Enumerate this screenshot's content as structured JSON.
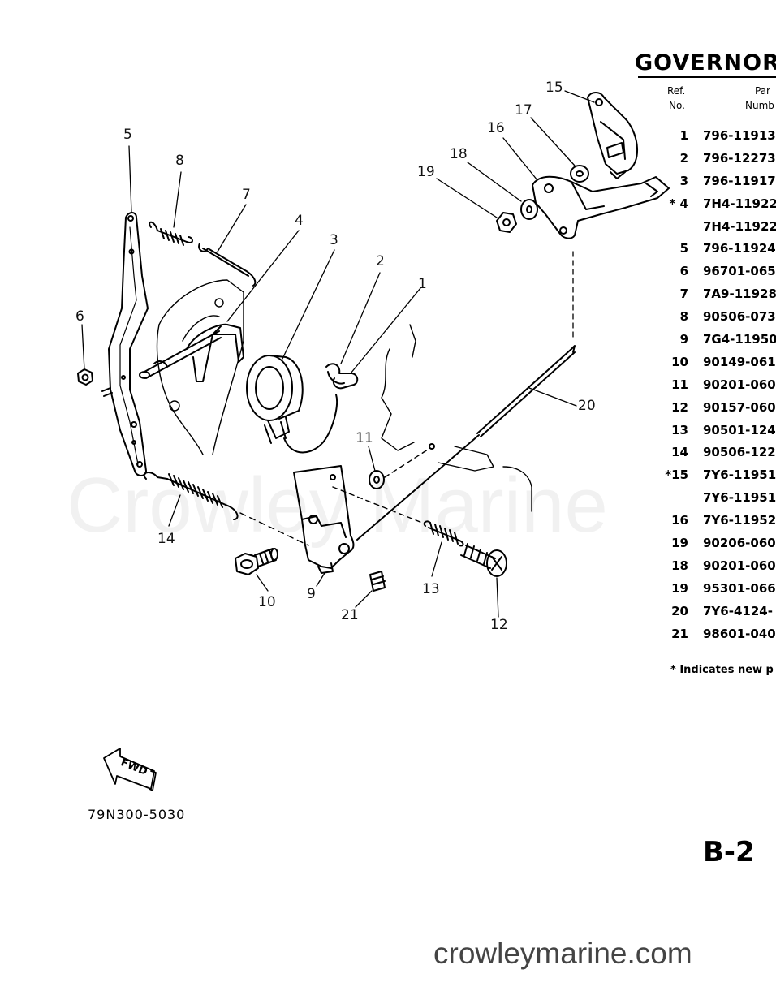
{
  "title": "GOVERNOR",
  "table_header": {
    "ref_line1": "Ref.",
    "ref_line2": "No.",
    "part_line1": "Par",
    "part_line2": "Numb"
  },
  "parts": [
    {
      "ref": "1",
      "part_no": "796-11913-"
    },
    {
      "ref": "2",
      "part_no": "796-12273"
    },
    {
      "ref": "3",
      "part_no": "796-11917"
    },
    {
      "ref": "* 4",
      "part_no": "7H4-11922"
    },
    {
      "ref": "",
      "part_no": "7H4-11922"
    },
    {
      "ref": "5",
      "part_no": "796-11924"
    },
    {
      "ref": "6",
      "part_no": "96701-065"
    },
    {
      "ref": "7",
      "part_no": "7A9-11928"
    },
    {
      "ref": "8",
      "part_no": "90506-073"
    },
    {
      "ref": "9",
      "part_no": "7G4-11950"
    },
    {
      "ref": "10",
      "part_no": "90149-061"
    },
    {
      "ref": "11",
      "part_no": "90201-060"
    },
    {
      "ref": "12",
      "part_no": "90157-060"
    },
    {
      "ref": "13",
      "part_no": "90501-124"
    },
    {
      "ref": "14",
      "part_no": "90506-122"
    },
    {
      "ref": "*15",
      "part_no": "7Y6-11951"
    },
    {
      "ref": "",
      "part_no": "7Y6-11951"
    },
    {
      "ref": "16",
      "part_no": "7Y6-11952"
    },
    {
      "ref": "19",
      "part_no": "90206-060"
    },
    {
      "ref": "18",
      "part_no": "90201-060"
    },
    {
      "ref": "19",
      "part_no": "95301-066"
    },
    {
      "ref": "20",
      "part_no": "7Y6-4124-"
    },
    {
      "ref": "21",
      "part_no": "98601-040"
    }
  ],
  "footnote": "* Indicates new p",
  "page_number": "B-2",
  "drawing_number": "79N300-5030",
  "fwd_label": "FWD",
  "watermark": "Crowley Marine",
  "site_url": "crowleymarine.com",
  "callouts": {
    "c1": "1",
    "c2": "2",
    "c3": "3",
    "c4": "4",
    "c5": "5",
    "c6": "6",
    "c7": "7",
    "c8": "8",
    "c9": "9",
    "c10": "10",
    "c11": "11",
    "c12": "12",
    "c13": "13",
    "c14": "14",
    "c15": "15",
    "c16": "16",
    "c17": "17",
    "c18": "18",
    "c19": "19",
    "c20": "20",
    "c21": "21"
  }
}
